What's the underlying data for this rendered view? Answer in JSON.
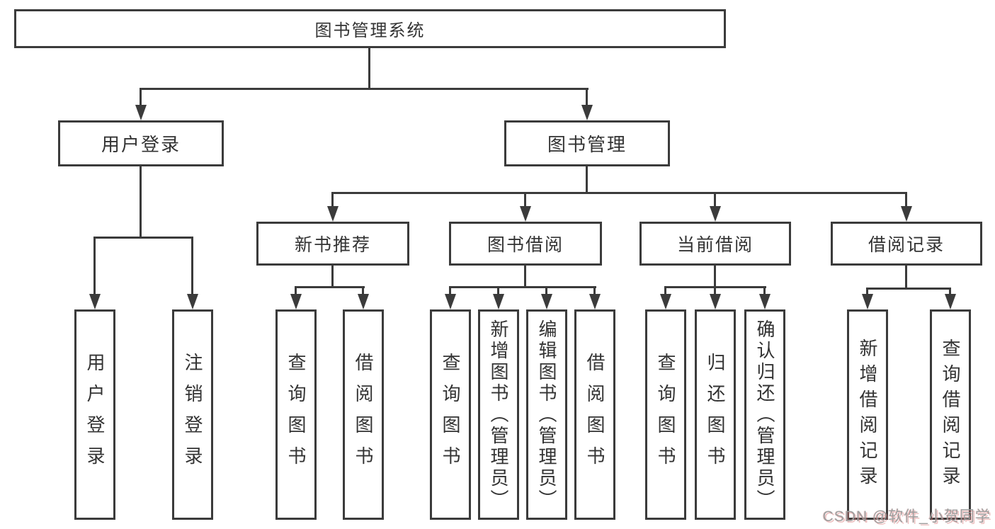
{
  "colors": {
    "line": "#3b3b3b",
    "box_border": "#3b3b3b",
    "box_fill": "#ffffff",
    "text": "#333333",
    "watermark": "#9e9e9e"
  },
  "watermark": {
    "text": "CSDN @软件_小贺同学"
  },
  "tree": {
    "root": {
      "label": "图书管理系统"
    },
    "level2": [
      {
        "label": "用户登录"
      },
      {
        "label": "图书管理"
      }
    ],
    "level3": [
      {
        "label": "新书推荐"
      },
      {
        "label": "图书借阅"
      },
      {
        "label": "当前借阅"
      },
      {
        "label": "借阅记录"
      }
    ],
    "leaves": {
      "user_login": [
        {
          "label": "用户登录"
        },
        {
          "label": "注销登录"
        }
      ],
      "new_book": [
        {
          "label": "查询图书"
        },
        {
          "label": "借阅图书"
        }
      ],
      "borrow": [
        {
          "label": "查询图书"
        },
        {
          "label": "新增图书（管理员）"
        },
        {
          "label": "编辑图书（管理员）"
        },
        {
          "label": "借阅图书"
        }
      ],
      "current": [
        {
          "label": "查询图书"
        },
        {
          "label": "归还图书"
        },
        {
          "label": "确认归还（管理员）"
        }
      ],
      "record": [
        {
          "label": "新增借阅记录"
        },
        {
          "label": "查询借阅记录"
        }
      ]
    }
  }
}
